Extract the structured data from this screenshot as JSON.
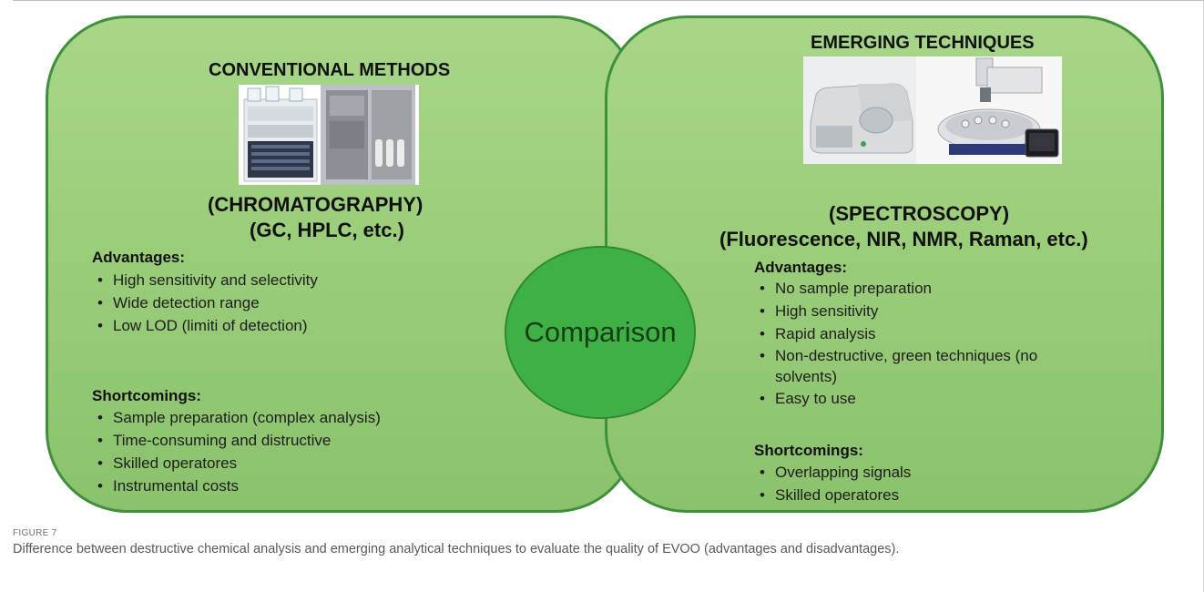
{
  "left": {
    "title": "CONVENTIONAL METHODS",
    "category": "(CHROMATOGRAPHY)",
    "examples": "(GC, HPLC, etc.)",
    "advantages_title": "Advantages:",
    "advantages": [
      "High sensitivity and selectivity",
      "Wide detection range",
      "Low LOD (limiti of detection)"
    ],
    "shortcomings_title": "Shortcomings:",
    "shortcomings": [
      "Sample preparation (complex analysis)",
      "Time-consuming and distructive",
      "Skilled operatores",
      "Instrumental costs"
    ]
  },
  "center": {
    "label": "Comparison"
  },
  "right": {
    "title": "EMERGING TECHNIQUES",
    "category": "(SPECTROSCOPY)",
    "examples": "(Fluorescence, NIR, NMR, Raman, etc.)",
    "advantages_title": "Advantages:",
    "advantages": [
      "No sample preparation",
      "High sensitivity",
      "Rapid analysis",
      "Non-destructive, green techniques (no solvents)",
      "Easy to use"
    ],
    "shortcomings_title": "Shortcomings:",
    "shortcomings": [
      "Overlapping signals",
      "Skilled operatores"
    ]
  },
  "caption": {
    "label": "FIGURE 7",
    "text": "Difference between destructive chemical analysis and emerging analytical techniques to evaluate the quality of EVOO (advantages and disadvantages)."
  },
  "colors": {
    "panel_fill": "#9acd7a",
    "panel_border": "#3f8f3c",
    "circle_fill": "#3fb144"
  },
  "icons": {
    "left_image": "chromatography-instrument-photo",
    "right_image": "spectroscopy-instrument-photo"
  }
}
